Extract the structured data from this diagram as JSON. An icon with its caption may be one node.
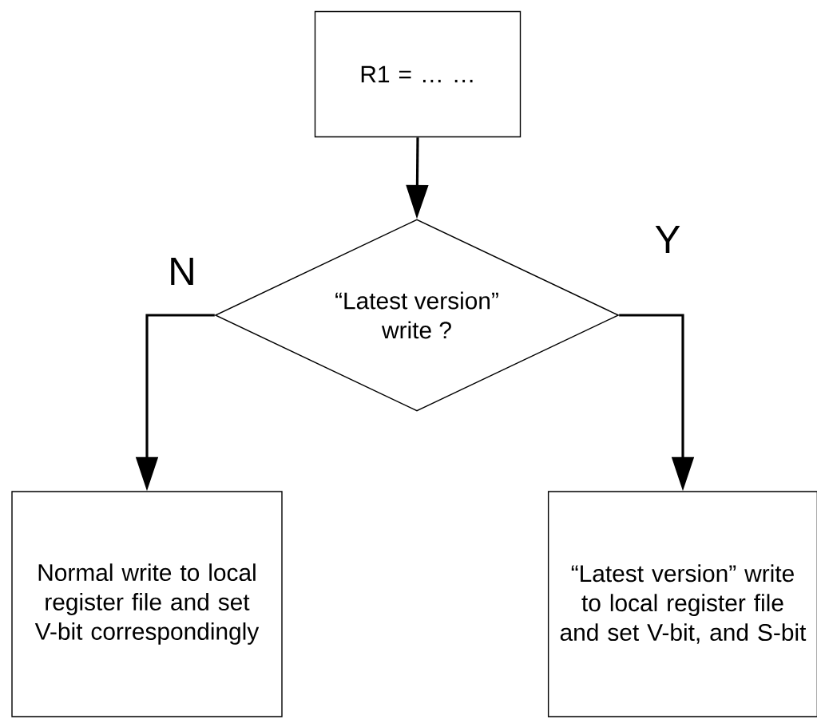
{
  "diagram": {
    "nodes": [
      {
        "text": [
          "R1 = … …"
        ]
      },
      {
        "text": [
          "“Latest version” write ?"
        ]
      },
      {
        "text": [
          "Normal write to local register file and set V-bit correspondingly"
        ]
      },
      {
        "text": [
          "“Latest version” write to local register file and set V-bit, and S-bit"
        ]
      }
    ],
    "edges": [
      {
        "from": 0,
        "to": 1,
        "arrow": "to"
      },
      {
        "from": 1,
        "to": 2,
        "arrow": "to",
        "label": "N"
      },
      {
        "from": 1,
        "to": 3,
        "arrow": "to",
        "label": "Y"
      }
    ]
  }
}
